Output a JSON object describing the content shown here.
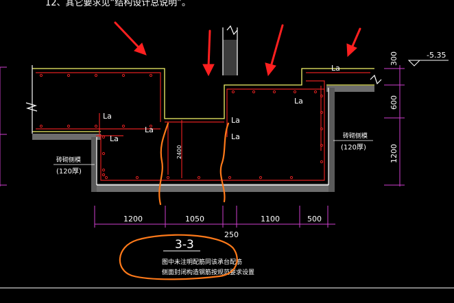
{
  "header_text": "12、其它要求见“结构设计总说明”。",
  "section_title": "3-3",
  "notes": [
    "图中未注明配筋同该承台配筋",
    "侧面封闭构造钢筋按规范要求设置"
  ],
  "labels": {
    "la": "La",
    "wall_left_line1": "砖砌侧模",
    "wall_left_line2": "(120厚)",
    "wall_right_line1": "砖砌侧模",
    "wall_right_line2": "(120厚)",
    "vertical_dim_inner": "2400"
  },
  "level_mark": "-5.35",
  "dims_bottom": [
    "1200",
    "1050",
    "1100",
    "500"
  ],
  "dim_250": "250",
  "dims_right": [
    "300",
    "600",
    "1200"
  ],
  "colors": {
    "concrete": "#f5f56a",
    "rebar": "#e02020",
    "dim": "#d040d0",
    "outline": "#ffffff",
    "annotation": "#ff7a1a",
    "arrow": "#ff2020",
    "hatch": "#9a9a9a"
  },
  "icons": [
    "arrow-icon",
    "break-symbol-icon",
    "level-triangle-icon"
  ]
}
